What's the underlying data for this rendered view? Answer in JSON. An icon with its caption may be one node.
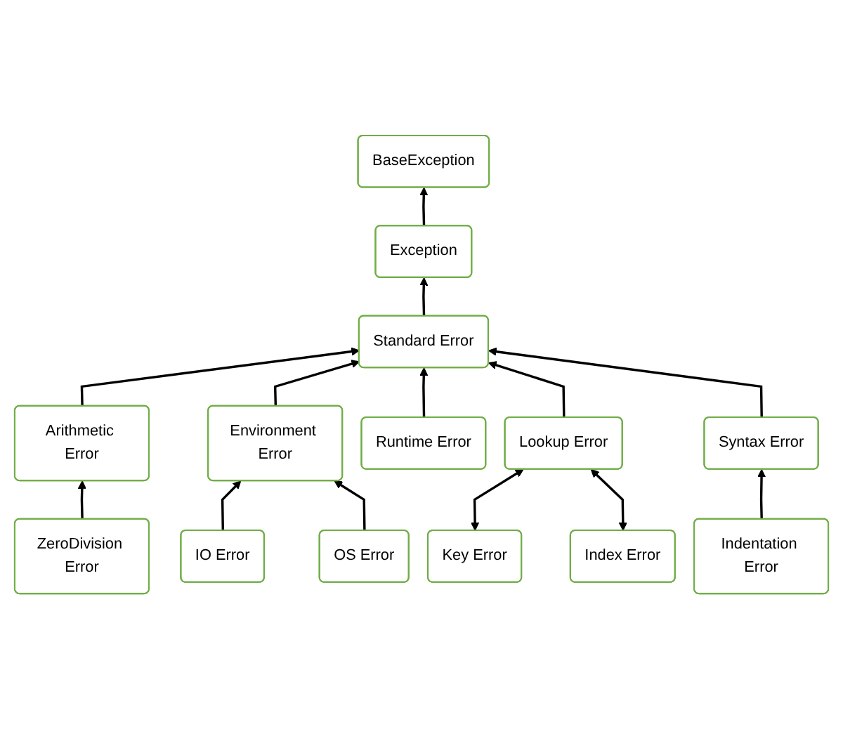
{
  "diagram": {
    "nodes": [
      {
        "text": [
          "BaseException"
        ]
      },
      {
        "text": [
          "Exception"
        ]
      },
      {
        "text": [
          "Standard Error"
        ]
      },
      {
        "text": [
          "Arithmetic Error"
        ]
      },
      {
        "text": [
          "Environment Error"
        ]
      },
      {
        "text": [
          "Runtime Error"
        ]
      },
      {
        "text": [
          "Lookup Error"
        ]
      },
      {
        "text": [
          "Syntax Error"
        ]
      },
      {
        "text": [
          "ZeroDivision Error"
        ]
      },
      {
        "text": [
          "Key Error"
        ]
      },
      {
        "text": [
          "Index Error"
        ]
      },
      {
        "text": [
          "Indentation Error"
        ]
      },
      {
        "text": [
          "IO Error"
        ]
      },
      {
        "text": [
          "OS Error"
        ]
      }
    ],
    "edges": [
      {
        "from": 1,
        "to": 0,
        "arrow": "to"
      },
      {
        "from": 2,
        "to": 1,
        "arrow": "to"
      },
      {
        "from": 3,
        "to": 2,
        "arrow": "to"
      },
      {
        "from": 4,
        "to": 2,
        "arrow": "to"
      },
      {
        "from": 5,
        "to": 2,
        "arrow": "to"
      },
      {
        "from": 6,
        "to": 2,
        "arrow": "to"
      },
      {
        "from": 7,
        "to": 2,
        "arrow": "to"
      },
      {
        "from": 8,
        "to": 3,
        "arrow": "to"
      },
      {
        "from": 12,
        "to": 4,
        "arrow": "to"
      },
      {
        "from": 13,
        "to": 4,
        "arrow": "to"
      },
      {
        "from": 6,
        "to": 9,
        "arrow": "both"
      },
      {
        "from": 6,
        "to": 10,
        "arrow": "both"
      },
      {
        "from": 11,
        "to": 7,
        "arrow": "to"
      }
    ]
  }
}
